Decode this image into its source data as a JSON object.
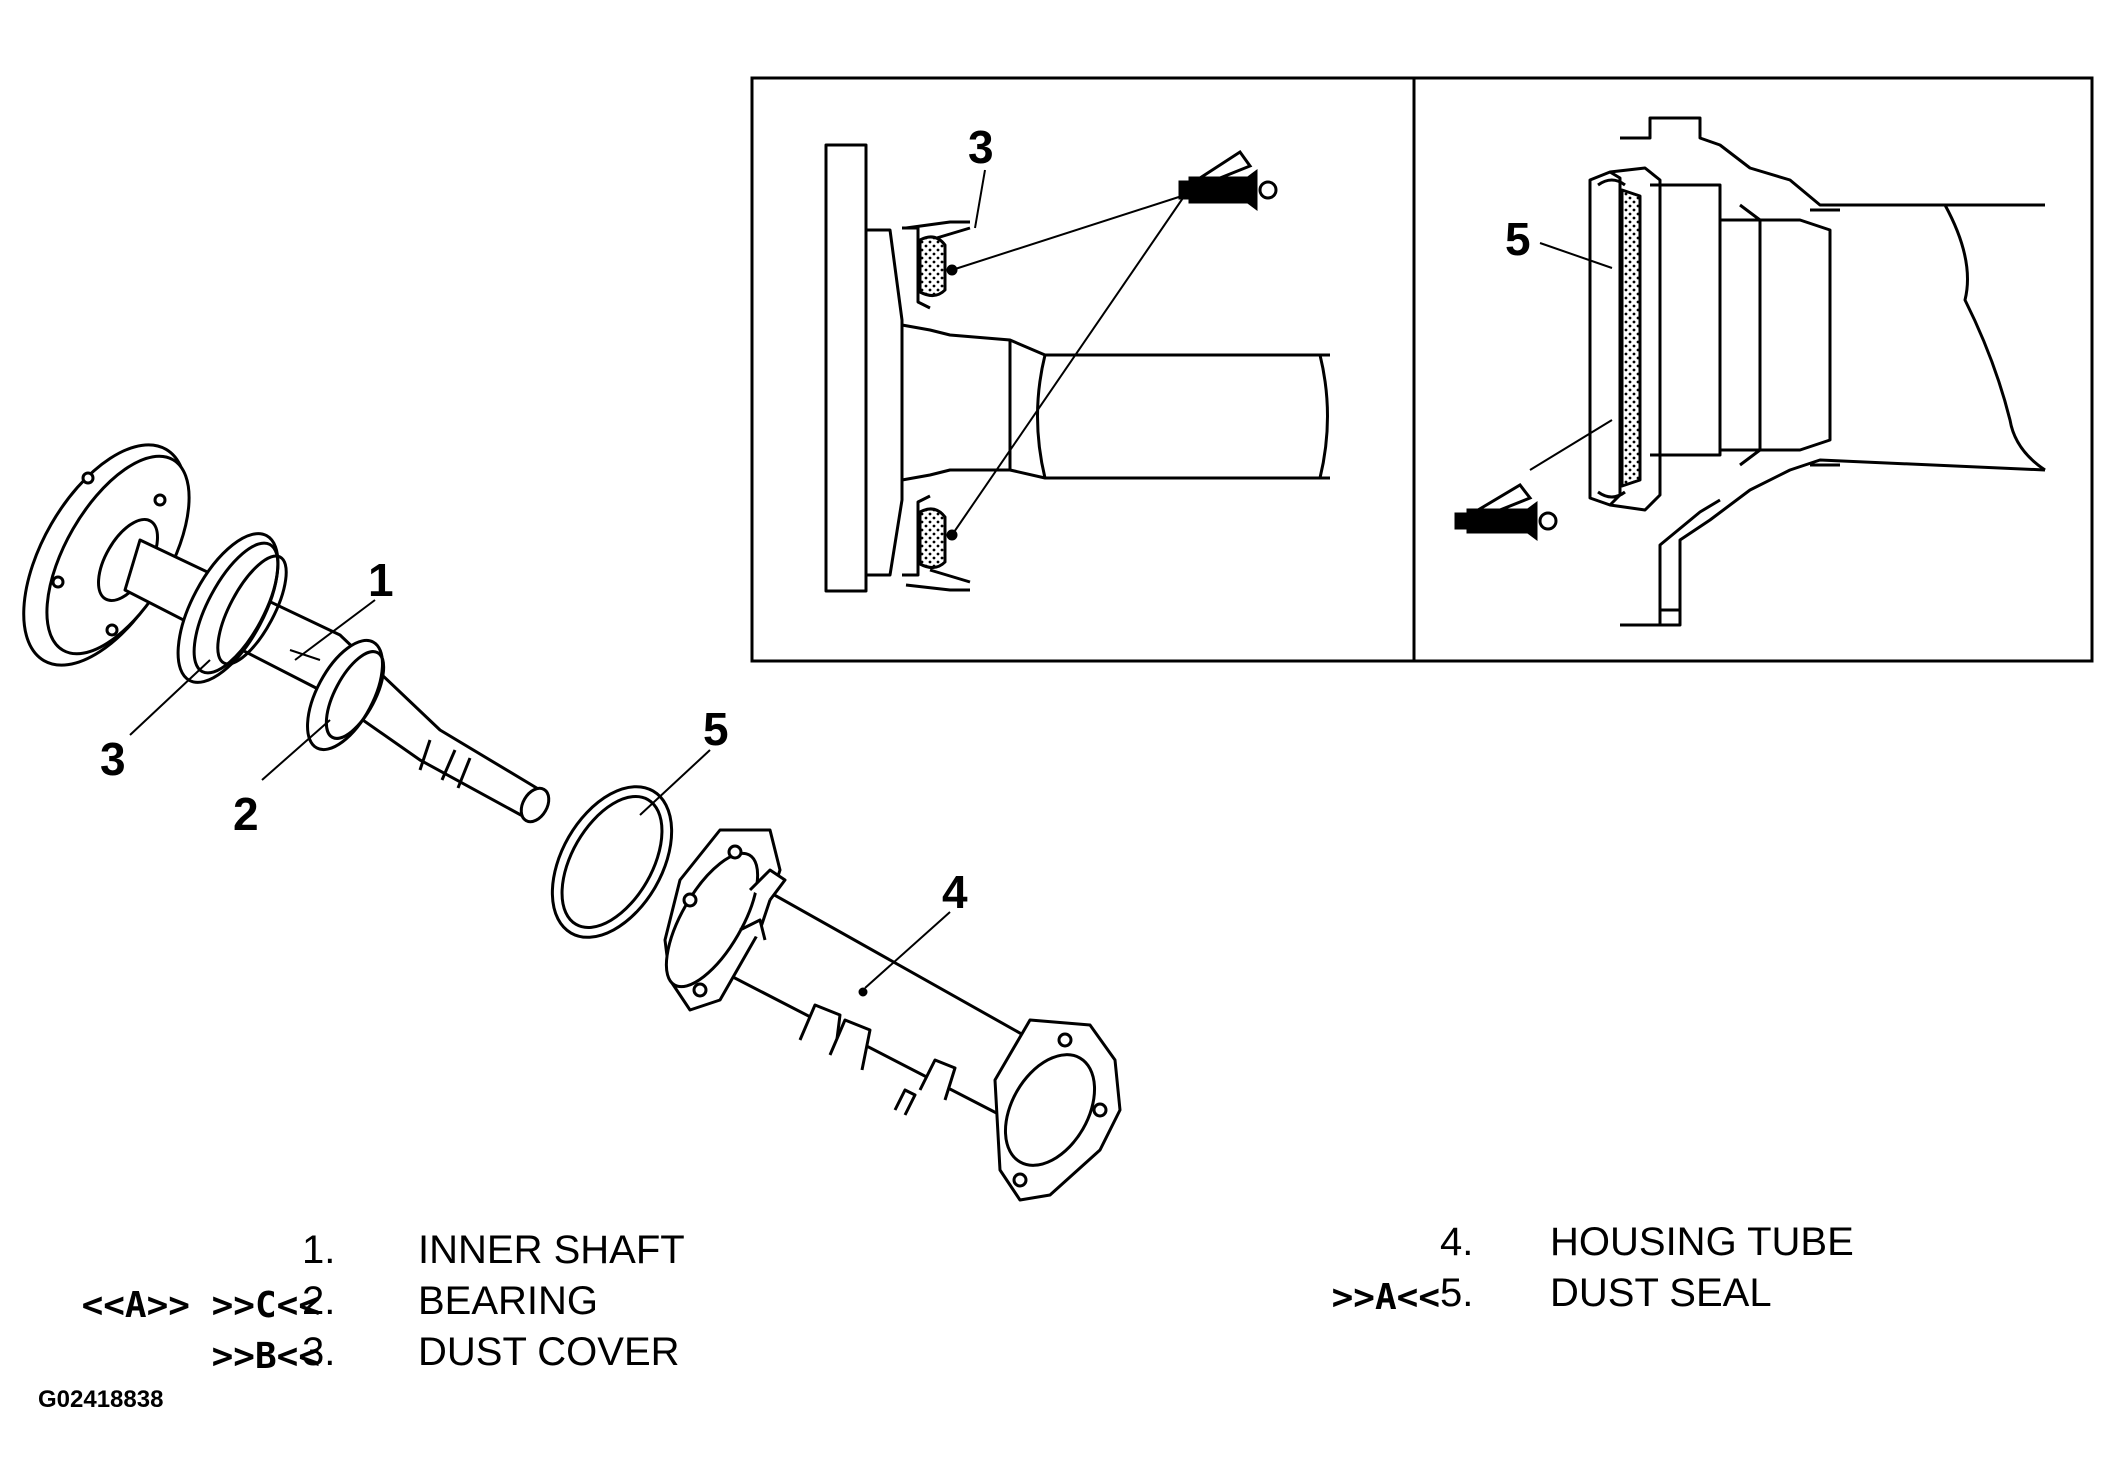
{
  "callouts": {
    "main": [
      "1",
      "2",
      "3",
      "4",
      "5"
    ],
    "detail_left": "3",
    "detail_right": "5"
  },
  "legend": {
    "left": [
      {
        "ops": "",
        "num": "1.",
        "label": "INNER SHAFT"
      },
      {
        "ops": "<<A>> >>C<<",
        "num": "2.",
        "label": "BEARING"
      },
      {
        "ops": ">>B<<",
        "num": "3.",
        "label": "DUST COVER"
      }
    ],
    "right": [
      {
        "ops": "",
        "num": "4.",
        "label": "HOUSING TUBE"
      },
      {
        "ops": ">>A<<",
        "num": "5.",
        "label": "DUST SEAL"
      }
    ]
  },
  "figure_id": "G02418838",
  "colors": {
    "line": "#000000",
    "background": "#ffffff"
  },
  "icons": [
    "grease-gun-icon",
    "grease-gun-icon"
  ]
}
